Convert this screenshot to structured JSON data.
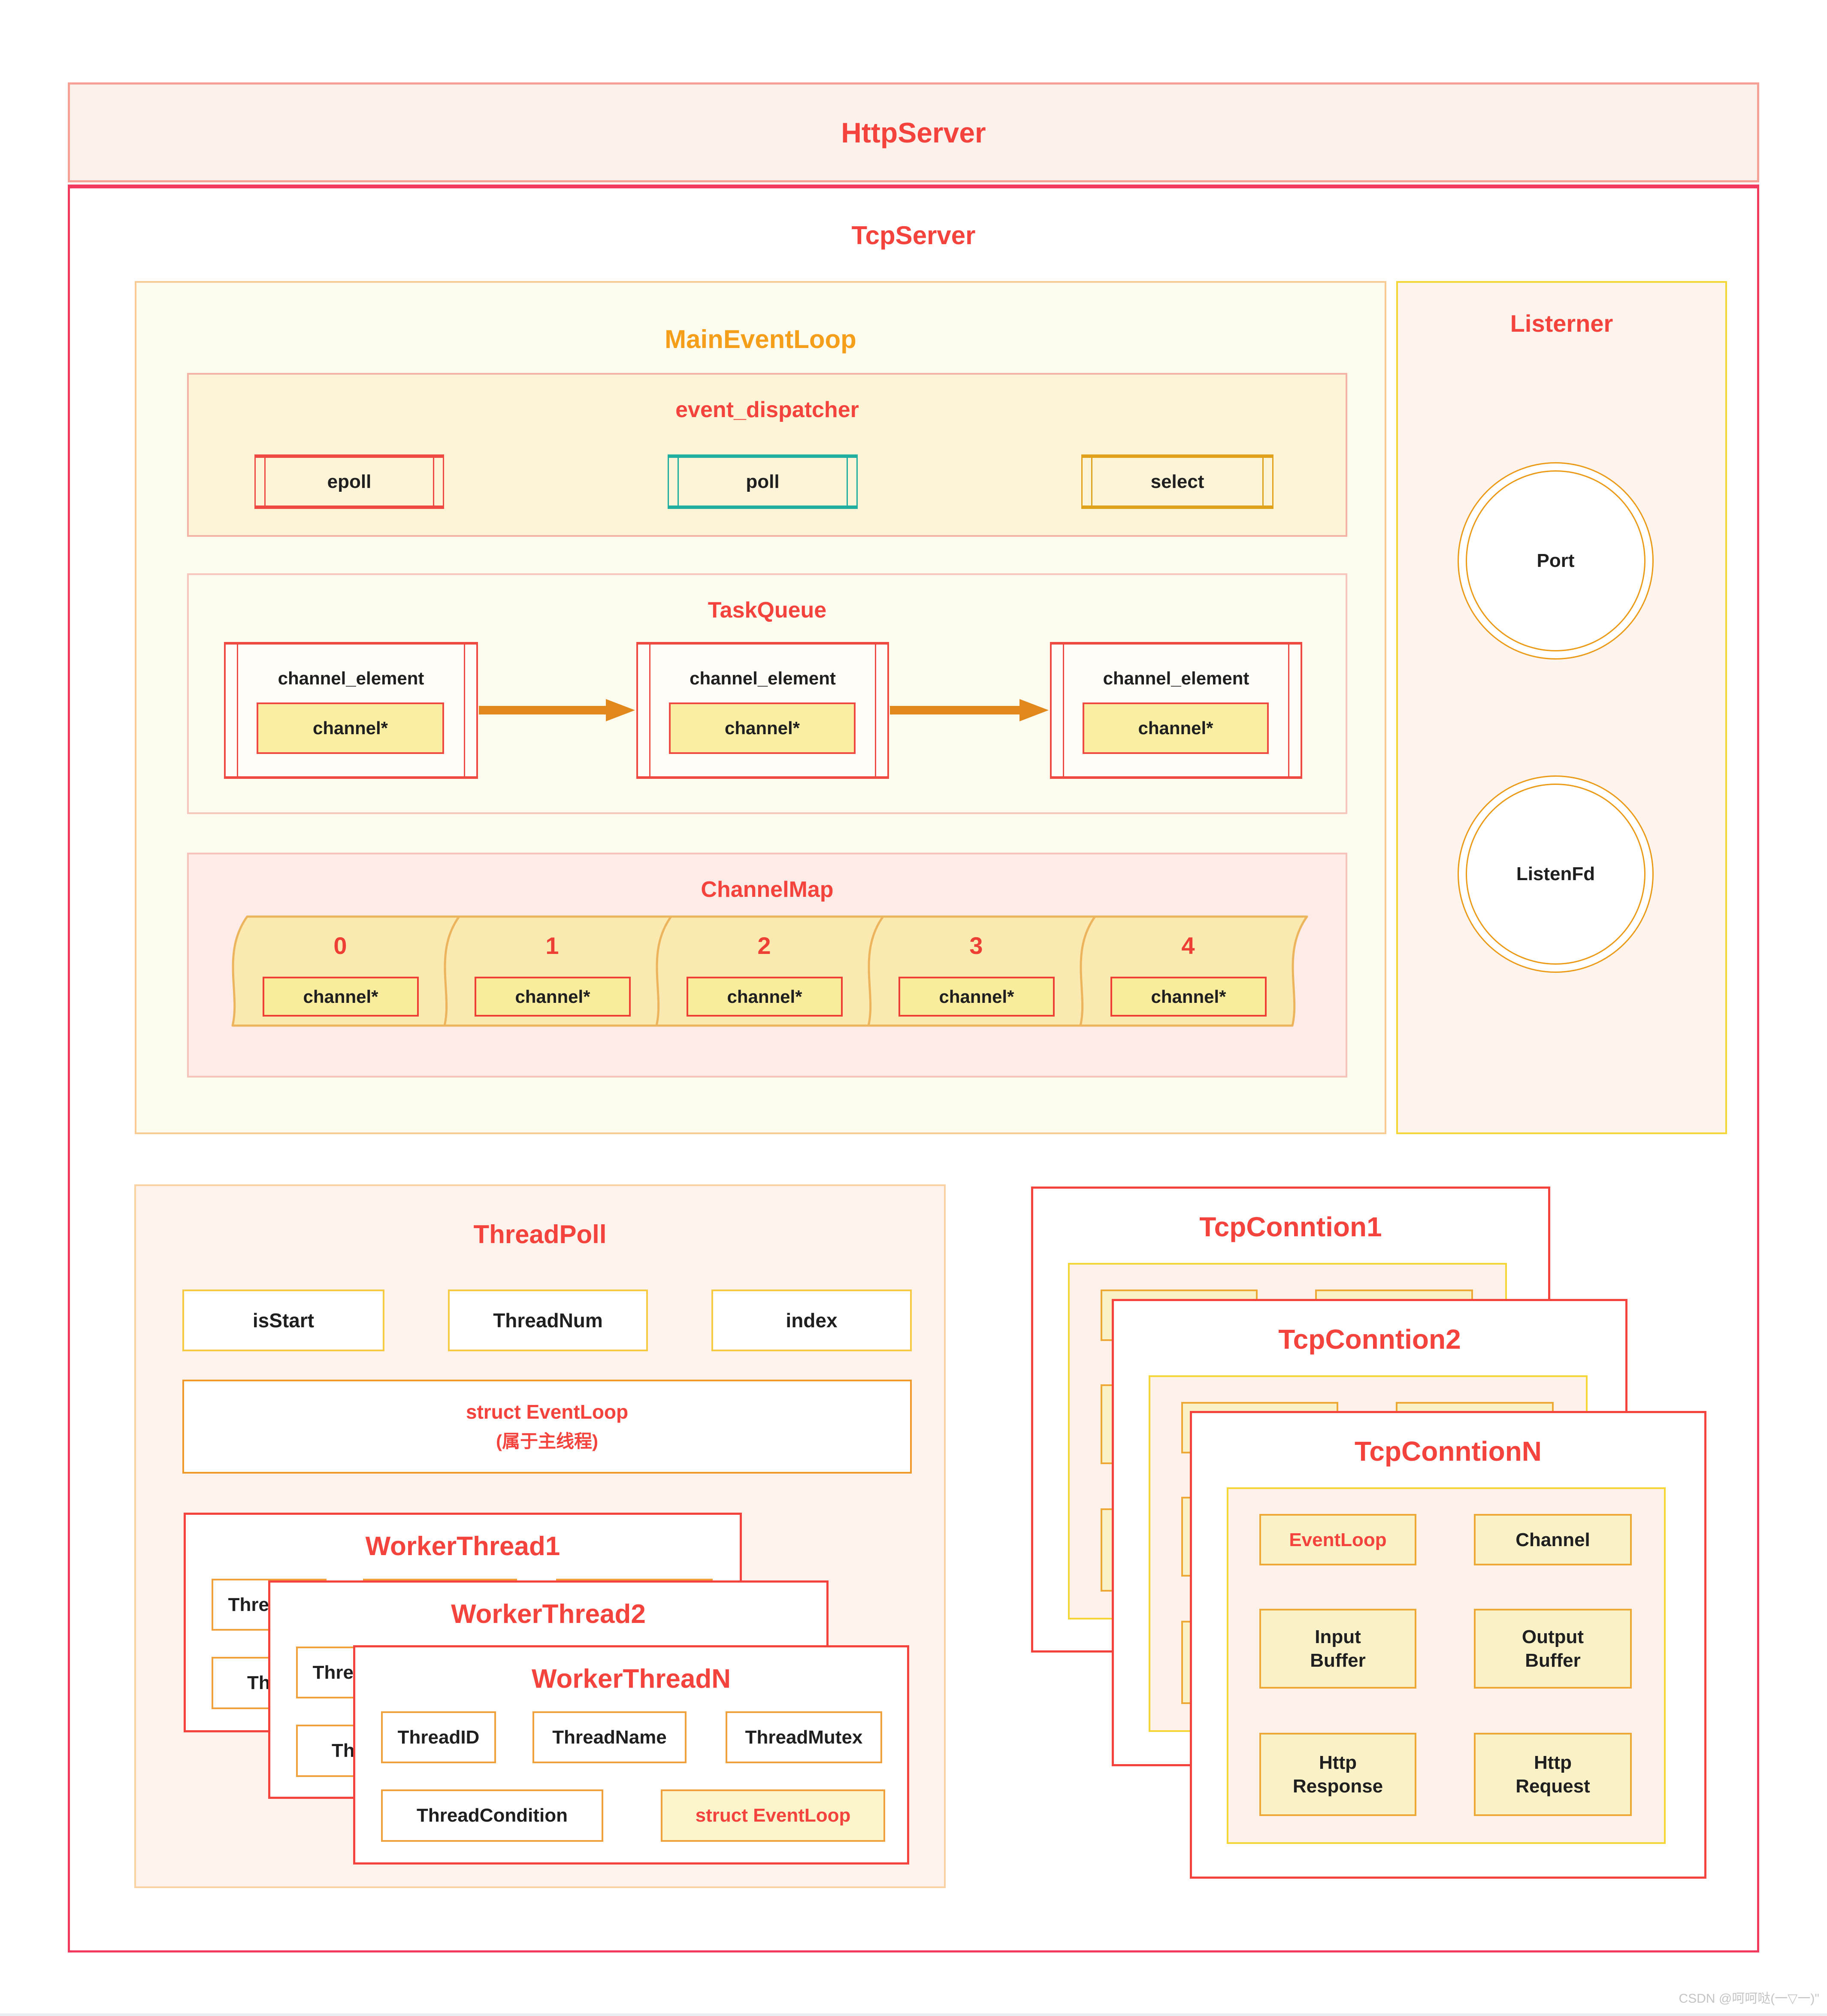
{
  "http_server": {
    "title": "HttpServer"
  },
  "tcp_server": {
    "title": "TcpServer"
  },
  "main_event_loop": {
    "title": "MainEventLoop",
    "event_dispatcher": {
      "title": "event_dispatcher",
      "methods": [
        "epoll",
        "poll",
        "select"
      ]
    },
    "task_queue": {
      "title": "TaskQueue",
      "element_label": "channel_element",
      "pointer_label": "channel*"
    },
    "channel_map": {
      "title": "ChannelMap",
      "indices": [
        "0",
        "1",
        "2",
        "3",
        "4"
      ],
      "pointer_label": "channel*"
    }
  },
  "listener": {
    "title": "Listerner",
    "items": [
      "Port",
      "ListenFd"
    ]
  },
  "thread_pool": {
    "title": "ThreadPoll",
    "fields": [
      "isStart",
      "ThreadNum",
      "index"
    ],
    "event_loop_line1": "struct EventLoop",
    "event_loop_line2": "(属于主线程)",
    "workers": {
      "titles": [
        "WorkerThread1",
        "WorkerThread2",
        "WorkerThreadN"
      ],
      "box_labels": [
        "ThreadID",
        "ThreadName",
        "ThreadMutex",
        "ThreadCondition",
        "struct EventLoop"
      ]
    }
  },
  "tcp_connections": {
    "titles": [
      "TcpConntion1",
      "TcpConntion2",
      "TcpConntionN"
    ],
    "boxes": [
      {
        "l1": "EventLoop",
        "l2": ""
      },
      {
        "l1": "Channel",
        "l2": ""
      },
      {
        "l1": "Input",
        "l2": "Buffer"
      },
      {
        "l1": "Output",
        "l2": "Buffer"
      },
      {
        "l1": "Http",
        "l2": "Response"
      },
      {
        "l1": "Http",
        "l2": "Request"
      }
    ]
  },
  "watermark": "CSDN @呵呵哒(一▽一)\"",
  "colors": {
    "title_red": "#f4433c",
    "frame_crimson": "#f23a5f",
    "band_salmon": "#f7a095",
    "orange_title": "#f59e19",
    "poll_teal": "#1fae9f",
    "select_yellow": "#e0a21a",
    "listener_yellow": "#f6d635",
    "arrow_orange": "#e0881c",
    "pointer_fill": "#f9eea2",
    "strip_fill": "#faeab2"
  }
}
